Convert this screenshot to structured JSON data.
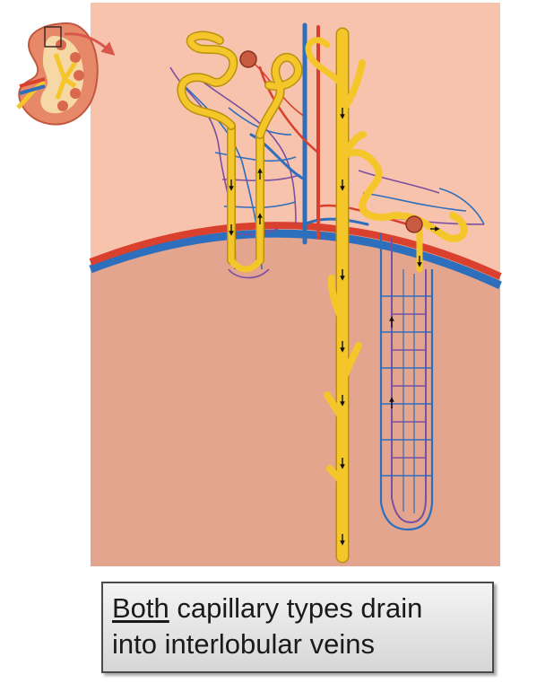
{
  "caption": {
    "emphasis": "Both",
    "line1_rest": "capillary types drain",
    "line2": "into interlobular veins"
  },
  "colors": {
    "cortex": "#f8c3ad",
    "medulla": "#e4a58e",
    "artery": "#d9412e",
    "vein": "#2d6fbd",
    "tubule": "#f4c62a",
    "capillary_purple": "#7a4fa0"
  },
  "icons": [
    "kidney-section-icon",
    "arrow-icon"
  ]
}
